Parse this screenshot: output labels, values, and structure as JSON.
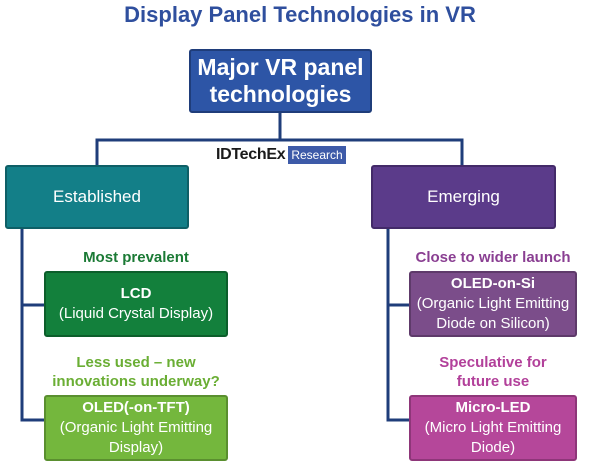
{
  "title": "Display Panel Technologies in VR",
  "root": {
    "line1": "Major VR panel",
    "line2": "technologies"
  },
  "brand": {
    "name": "IDTechEx",
    "tag": "Research"
  },
  "branches": {
    "established": "Established",
    "emerging": "Emerging"
  },
  "established": {
    "label1": "Most prevalent",
    "item1": {
      "title": "LCD",
      "sub": "(Liquid Crystal Display)"
    },
    "label2_line1": "Less used – new",
    "label2_line2": "innovations underway?",
    "item2": {
      "title": "OLED(-on-TFT)",
      "sub1": "(Organic Light Emitting",
      "sub2": "Display)"
    }
  },
  "emerging": {
    "label1": "Close to wider launch",
    "item1": {
      "title": "OLED-on-Si",
      "sub1": "(Organic Light Emitting",
      "sub2": "Diode on Silicon)"
    },
    "label2_line1": "Speculative for",
    "label2_line2": "future use",
    "item2": {
      "title": "Micro-LED",
      "sub1": "(Micro Light Emitting",
      "sub2": "Diode)"
    }
  },
  "colors": {
    "title": "#2f4f9e",
    "root": "#2d55a6",
    "established": "#137f88",
    "emerging": "#5b3b8a",
    "lcd": "#13803c",
    "oled": "#74b73d",
    "oled_on_si": "#7b4d8a",
    "micro_led": "#b5479a",
    "connector": "#1f3d7a"
  }
}
